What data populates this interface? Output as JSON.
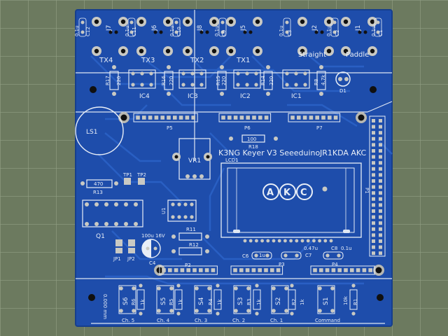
{
  "photo": {
    "subject": "pcb",
    "colors": {
      "mat": "#6b7a5f",
      "mat_grid": "#8f9c82",
      "board": "#1f4fae",
      "board_dark": "#173f93",
      "trace": "#2a5fc2",
      "silkscreen": "#e8eef7",
      "pad": "#c9c9c3",
      "hole": "#111111"
    }
  },
  "pcb": {
    "title": "K3NG Keyer V3 Seeeduino",
    "author": "JR1KDA AKC",
    "logo_letters": [
      "A",
      "K",
      "C"
    ],
    "connectors_top": [
      "J7",
      "J6",
      "J8",
      "J5",
      "J2",
      "J1"
    ],
    "cap_labels_top": [
      "C12",
      "0.1u",
      "C11",
      "0.1u",
      "C10",
      "0.1u",
      "C9",
      "0.1u",
      "C3",
      "0.1u",
      "C2",
      "0.1u",
      "C1",
      "0.1u"
    ],
    "tx_labels": [
      "TX4",
      "TX3",
      "TX2",
      "TX1"
    ],
    "key_labels": [
      "Straight",
      "Paddle"
    ],
    "resistors_top": [
      {
        "ref": "R17",
        "val": "220"
      },
      {
        "ref": "R16",
        "val": "220"
      },
      {
        "ref": "R15",
        "val": "220"
      },
      {
        "ref": "R14",
        "val": "220"
      },
      {
        "ref": "R8",
        "val": "4.7k"
      }
    ],
    "ics": [
      "IC4",
      "IC3",
      "IC2",
      "IC1"
    ],
    "d1": "D1",
    "headers": [
      "P5",
      "P6",
      "P7",
      "P1",
      "P2",
      "P3",
      "P4"
    ],
    "ls": "LS1",
    "r18": {
      "ref": "R18",
      "val": "100"
    },
    "vr": "VR1",
    "lcd": "LCD1",
    "r13": {
      "ref": "R13",
      "val": "470"
    },
    "tp": [
      "TP1",
      "TP2"
    ],
    "q1": "Q1",
    "u1": "U1",
    "r11": "R11",
    "r12": "R12",
    "jp": [
      "JP1",
      "JP2"
    ],
    "c4": {
      "ref": "C4",
      "val": "100u 16V"
    },
    "caps_mid": [
      {
        "ref": "C6",
        "val": "1u"
      },
      {
        "ref": "C7",
        "val": "0.47u"
      },
      {
        "ref": "C8",
        "val": "0.1u"
      }
    ],
    "switches": [
      "S6",
      "S5",
      "S4",
      "S3",
      "S2",
      "S1"
    ],
    "sw_res": [
      "R6",
      "1k",
      "R5",
      "1k",
      "R4",
      "1k",
      "R3",
      "1k",
      "R2",
      "1k",
      "R1",
      "10k"
    ],
    "channels": [
      "Ch. 5",
      "Ch. 4",
      "Ch. 3",
      "Ch. 2",
      "Ch. 1",
      "Command"
    ],
    "edge_text": "0.000 mm"
  }
}
